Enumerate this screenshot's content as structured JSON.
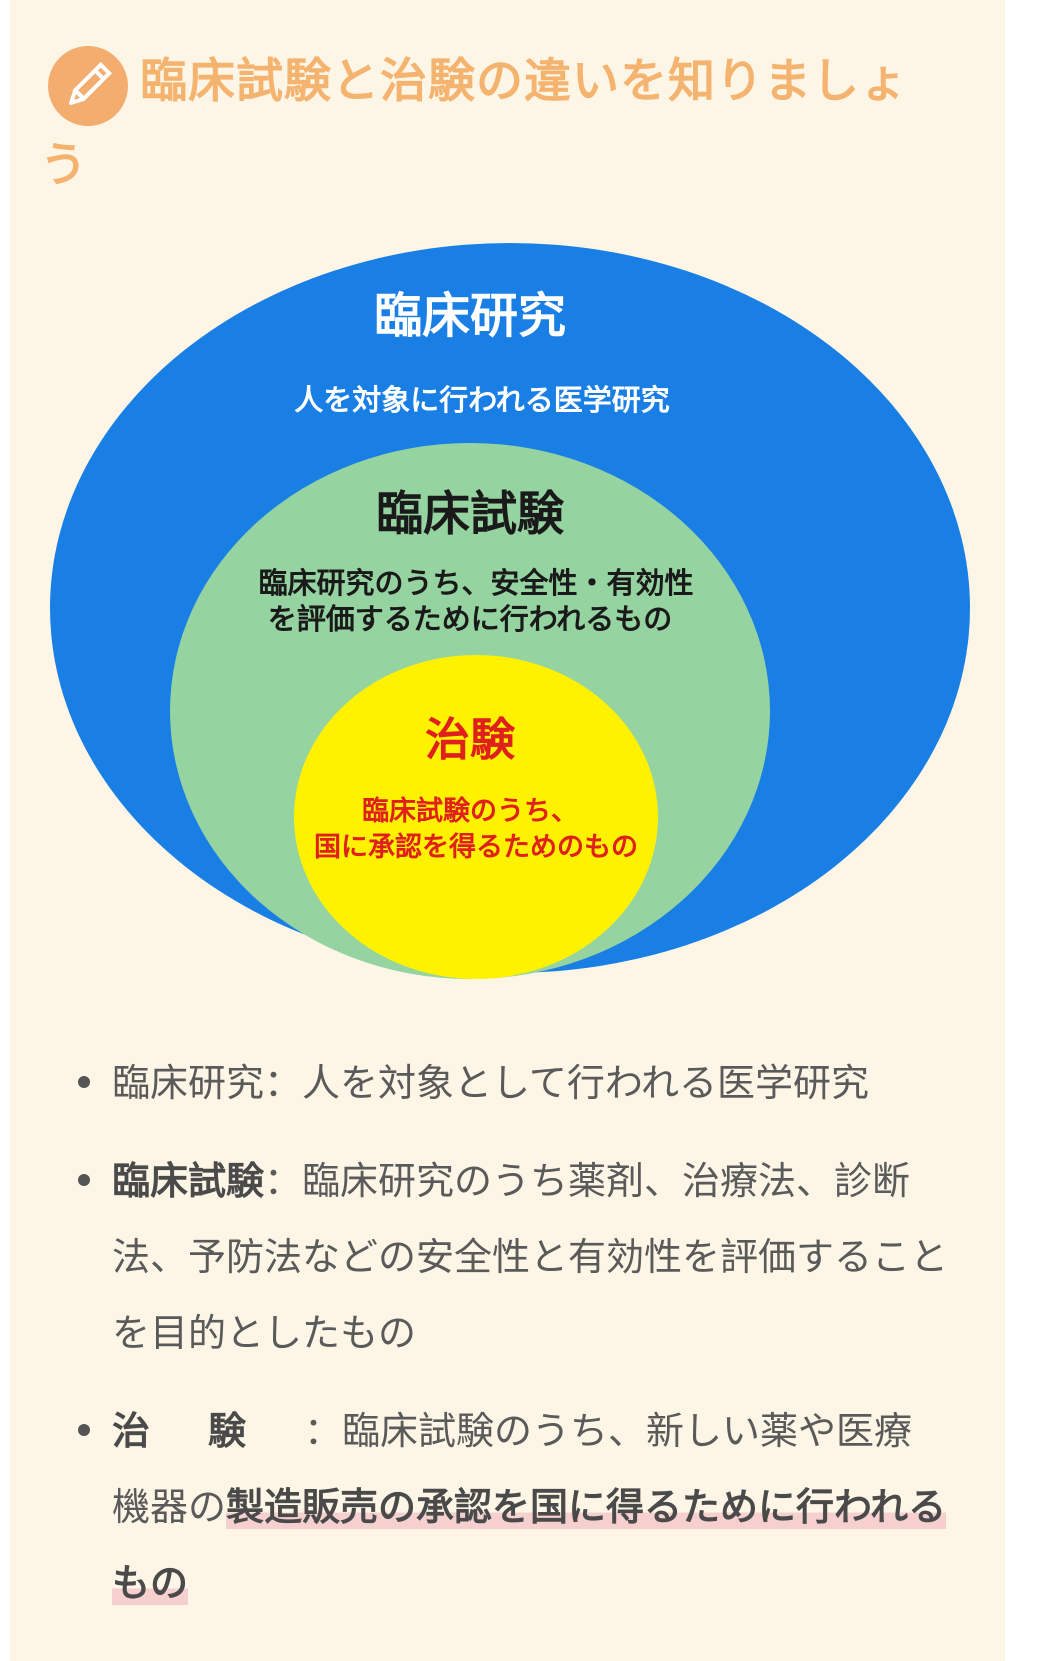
{
  "header": {
    "icon": "pencil-icon",
    "title": "臨床試験と治験の違いを知りましょう",
    "accent_color": "#f3ad6f"
  },
  "diagram": {
    "outer": {
      "title": "臨床研究",
      "desc": "人を対象に行われる医学研究",
      "color": "#1a7fe5"
    },
    "middle": {
      "title": "臨床試験",
      "desc_line1": "臨床研究のうち、安全性・有効性",
      "desc_line2": "を評価するために行われるもの",
      "color": "#95d3a0"
    },
    "inner": {
      "title": "治験",
      "desc_line1": "臨床試験のうち、",
      "desc_line2": "国に承認を得るためのもの",
      "color": "#fff200",
      "text_color": "#e0201b"
    }
  },
  "definitions": [
    {
      "term": "臨床研究",
      "separator": "：",
      "text": "人を対象として行われる医学研究"
    },
    {
      "term": "臨床試験",
      "separator": "：",
      "text": "臨床研究のうち薬剤、治療法、診断法、予防法などの安全性と有効性を評価することを目的としたもの"
    },
    {
      "term": "治験",
      "separator": "：",
      "text": "臨床試験のうち、新しい薬や医療機器の",
      "highlight": "製造販売の承認を国に得るために行われるもの"
    }
  ]
}
